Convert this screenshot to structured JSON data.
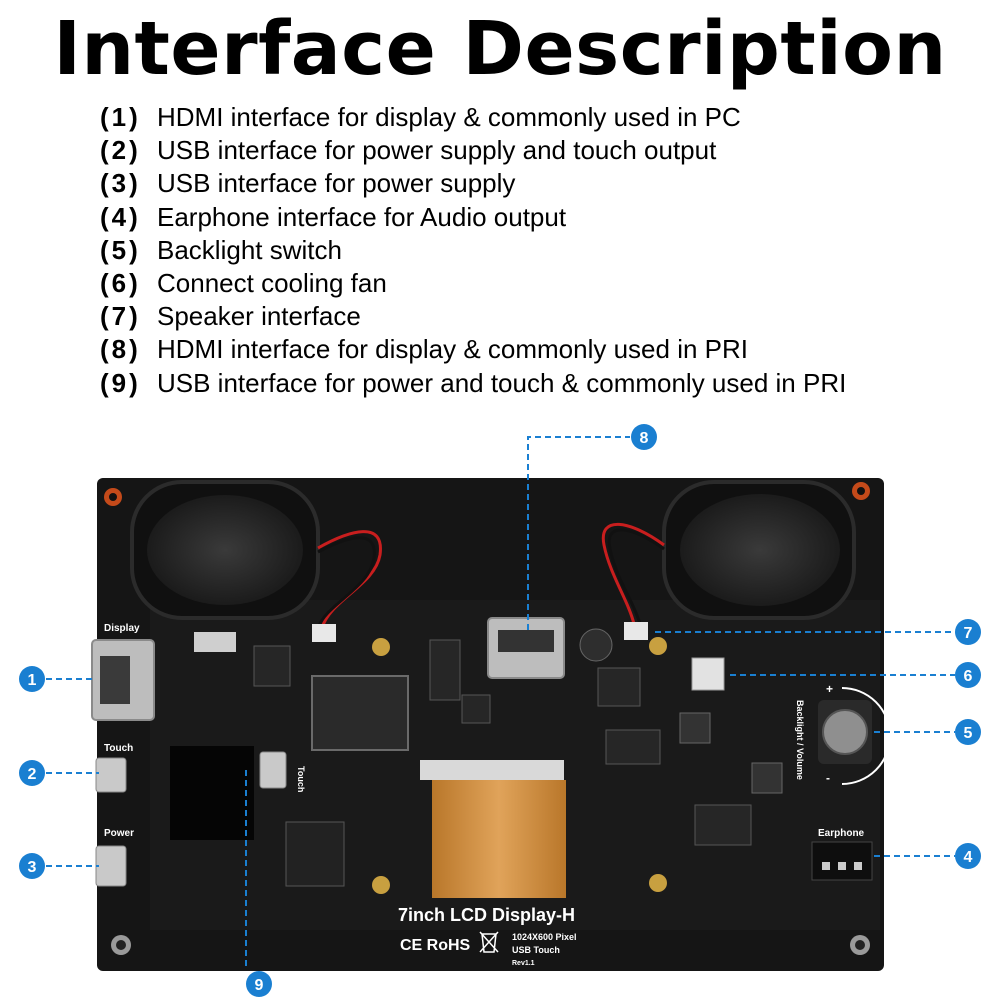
{
  "title": "Interface Description",
  "items": [
    {
      "num": "(1)",
      "text": "HDMI interface for display & commonly used in PC"
    },
    {
      "num": "(2)",
      "text": "USB interface for power supply and touch output"
    },
    {
      "num": "(3)",
      "text": "USB interface for power supply"
    },
    {
      "num": "(4)",
      "text": "Earphone interface for Audio output"
    },
    {
      "num": "(5)",
      "text": "Backlight switch"
    },
    {
      "num": "(6)",
      "text": "Connect cooling fan"
    },
    {
      "num": "(7)",
      "text": "Speaker interface"
    },
    {
      "num": "(8)",
      "text": "HDMI interface for display & commonly used in PRI"
    },
    {
      "num": "(9)",
      "text": "USB interface for power and touch  & commonly used in PRI"
    }
  ],
  "board": {
    "labels": {
      "display": "Display",
      "touch": "Touch",
      "power": "Power",
      "touch_right": "Touch",
      "earphone": "Earphone",
      "backlight": "Backlight / Volume",
      "plus": "+",
      "minus": "-",
      "model": "7inch LCD Display-H",
      "resolution": "1024X600 Pixel",
      "usb_touch": "USB Touch",
      "rev": "Rev1.1",
      "cert": "CE RoHS"
    },
    "callouts": [
      "1",
      "2",
      "3",
      "4",
      "5",
      "6",
      "7",
      "8",
      "9"
    ]
  },
  "colors": {
    "callout": "#1a7fd1",
    "board": "#151515",
    "ribbon": "#c98a3a"
  }
}
